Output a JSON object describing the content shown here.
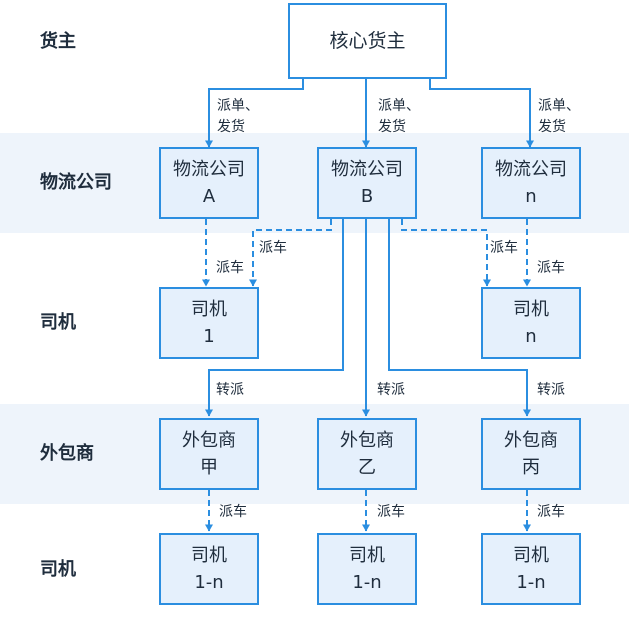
{
  "rows": {
    "shipper": "货主",
    "logistics": "物流公司",
    "driver1": "司机",
    "subcontractor": "外包商",
    "driver2": "司机"
  },
  "nodes": {
    "root": {
      "label": "核心货主"
    },
    "logistics_a": {
      "line1": "物流公司",
      "line2": "A"
    },
    "logistics_b": {
      "line1": "物流公司",
      "line2": "B"
    },
    "logistics_n": {
      "line1": "物流公司",
      "line2": "n"
    },
    "driver_1": {
      "line1": "司机",
      "line2": "1"
    },
    "driver_n": {
      "line1": "司机",
      "line2": "n"
    },
    "sub_jia": {
      "line1": "外包商",
      "line2": "甲"
    },
    "sub_yi": {
      "line1": "外包商",
      "line2": "乙"
    },
    "sub_bing": {
      "line1": "外包商",
      "line2": "丙"
    },
    "driver_jia": {
      "line1": "司机",
      "line2": "1-n"
    },
    "driver_yi": {
      "line1": "司机",
      "line2": "1-n"
    },
    "driver_bing": {
      "line1": "司机",
      "line2": "1-n"
    }
  },
  "edge_labels": {
    "dispatch_ship_line1": "派单、",
    "dispatch_ship_line2": "发货",
    "dispatch_vehicle": "派车",
    "transfer": "转派"
  },
  "colors": {
    "accent": "#2b8ee0",
    "node_fill": "#e5f0fc",
    "band_fill": "#eef4fb",
    "text": "#1f2d3d"
  }
}
